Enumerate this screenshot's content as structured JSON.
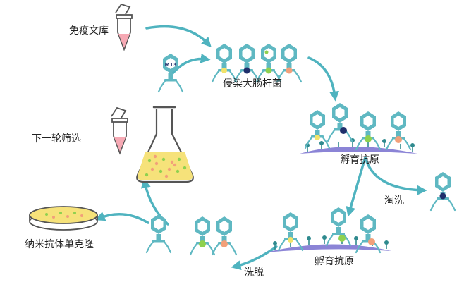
{
  "labels": {
    "immune_library": "免疫文库",
    "infect_ecoli": "侵染大肠杆菌",
    "incubate_antigen_1": "孵育抗原",
    "wash": "淘洗",
    "incubate_antigen_2": "孵育抗原",
    "elute": "洗脱",
    "next_round": "下一轮筛选",
    "nanobody": "纳米抗体单克隆",
    "m13": "M13"
  },
  "colors": {
    "arrow": "#4fb3bf",
    "phage_head": "#5fb8c2",
    "antigen_surface": "#8b84d6",
    "antigen_stalk": "#2f8a8e",
    "tube_liquid": "#f6a9b4",
    "flask_liquid": "#f6e27a",
    "dot_yellow": "#f2e36a",
    "dot_navy": "#1f2f6b",
    "dot_green": "#8fd14f",
    "dot_orange": "#f2a07a"
  }
}
